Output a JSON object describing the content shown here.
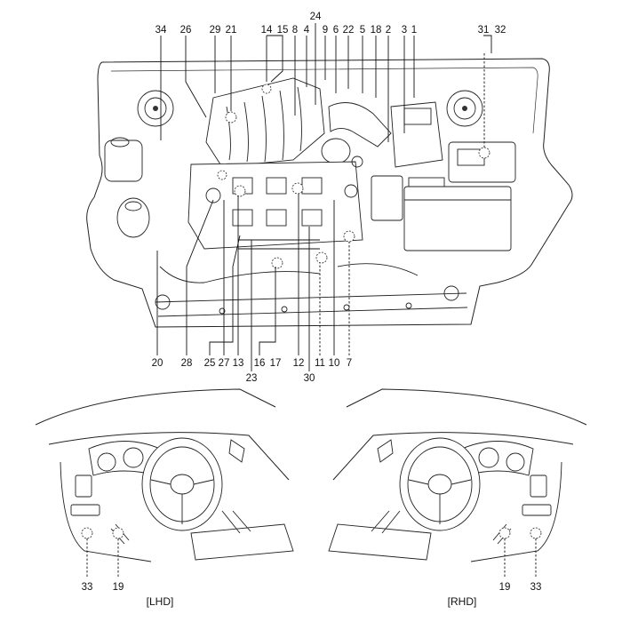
{
  "callouts": {
    "n1": "1",
    "n2": "2",
    "n3": "3",
    "n4": "4",
    "n5": "5",
    "n6": "6",
    "n7": "7",
    "n8": "8",
    "n9": "9",
    "n10": "10",
    "n11": "11",
    "n12": "12",
    "n13": "13",
    "n14": "14",
    "n15": "15",
    "n16": "16",
    "n17": "17",
    "n18": "18",
    "n19": "19",
    "n20": "20",
    "n21": "21",
    "n22": "22",
    "n23": "23",
    "n24": "24",
    "n25": "25",
    "n26": "26",
    "n27": "27",
    "n28": "28",
    "n29": "29",
    "n30": "30",
    "n31": "31",
    "n32": "32",
    "n33": "33",
    "n34": "34"
  },
  "captions": {
    "lhd": "[LHD]",
    "rhd": "[RHD]"
  }
}
